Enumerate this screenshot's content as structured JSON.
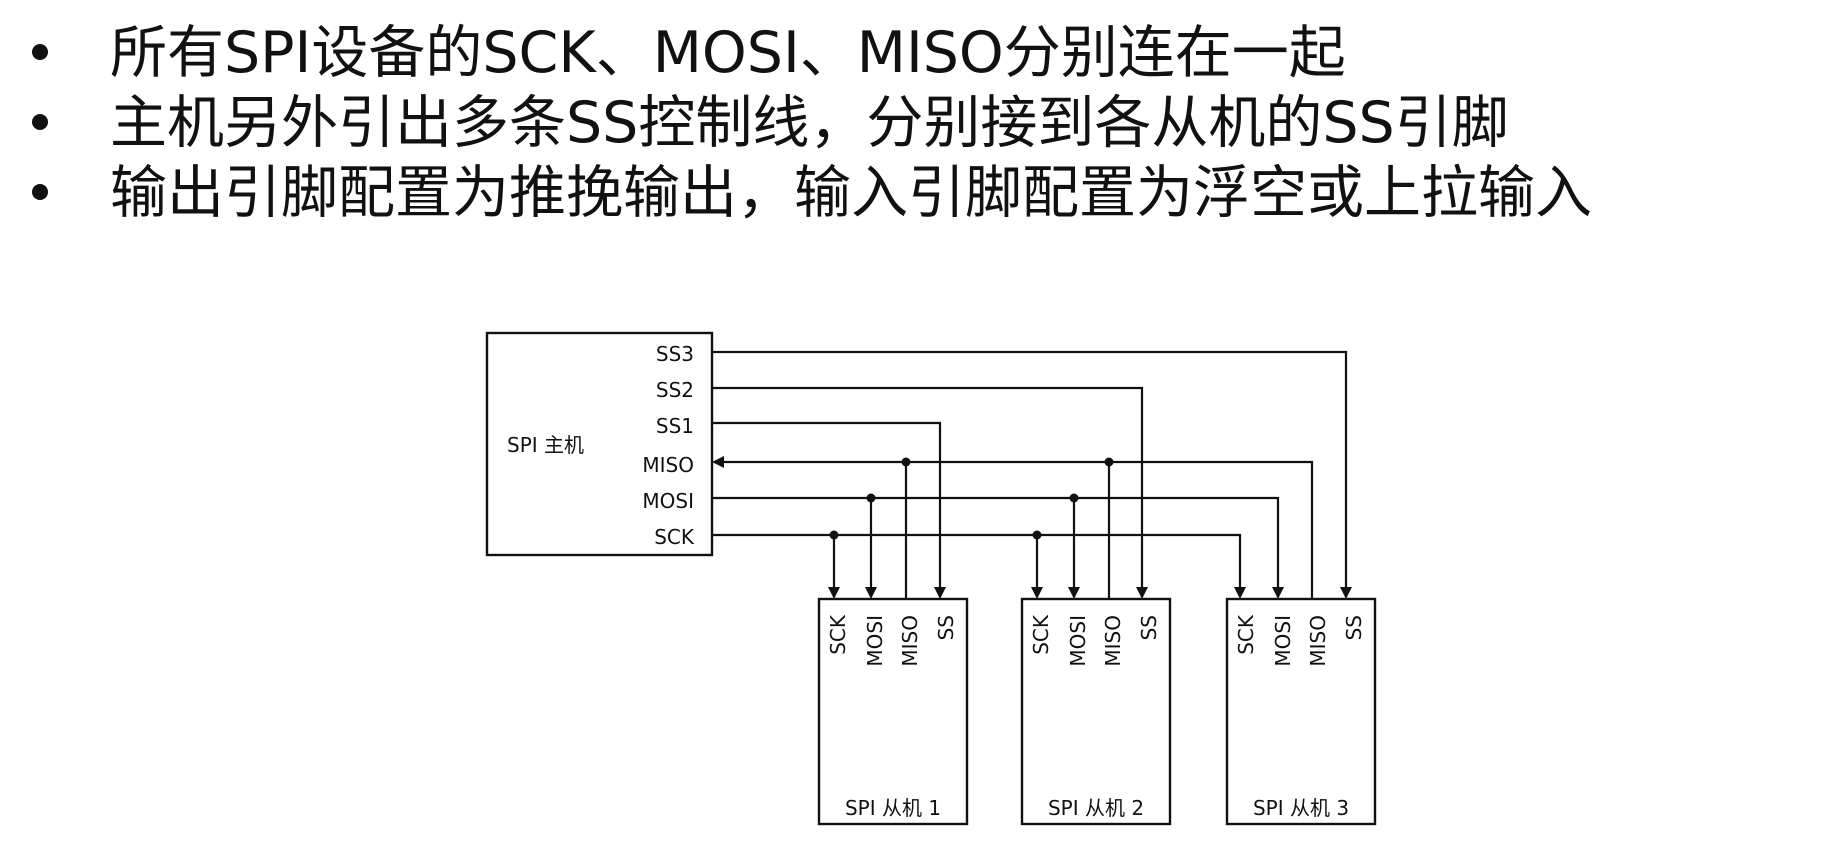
{
  "bullets": [
    "所有SPI设备的SCK、MOSI、MISO分别连在一起",
    "主机另外引出多条SS控制线，分别接到各从机的SS引脚",
    "输出引脚配置为推挽输出，输入引脚配置为浮空或上拉输入"
  ],
  "diagram": {
    "master": {
      "label": "SPI 主机",
      "pins": [
        "SS3",
        "SS2",
        "SS1",
        "MISO",
        "MOSI",
        "SCK"
      ]
    },
    "slaves": [
      {
        "label": "SPI 从机 1",
        "pins": [
          "SCK",
          "MOSI",
          "MISO",
          "SS"
        ]
      },
      {
        "label": "SPI 从机 2",
        "pins": [
          "SCK",
          "MOSI",
          "MISO",
          "SS"
        ]
      },
      {
        "label": "SPI 从机 3",
        "pins": [
          "SCK",
          "MOSI",
          "MISO",
          "SS"
        ]
      }
    ]
  }
}
